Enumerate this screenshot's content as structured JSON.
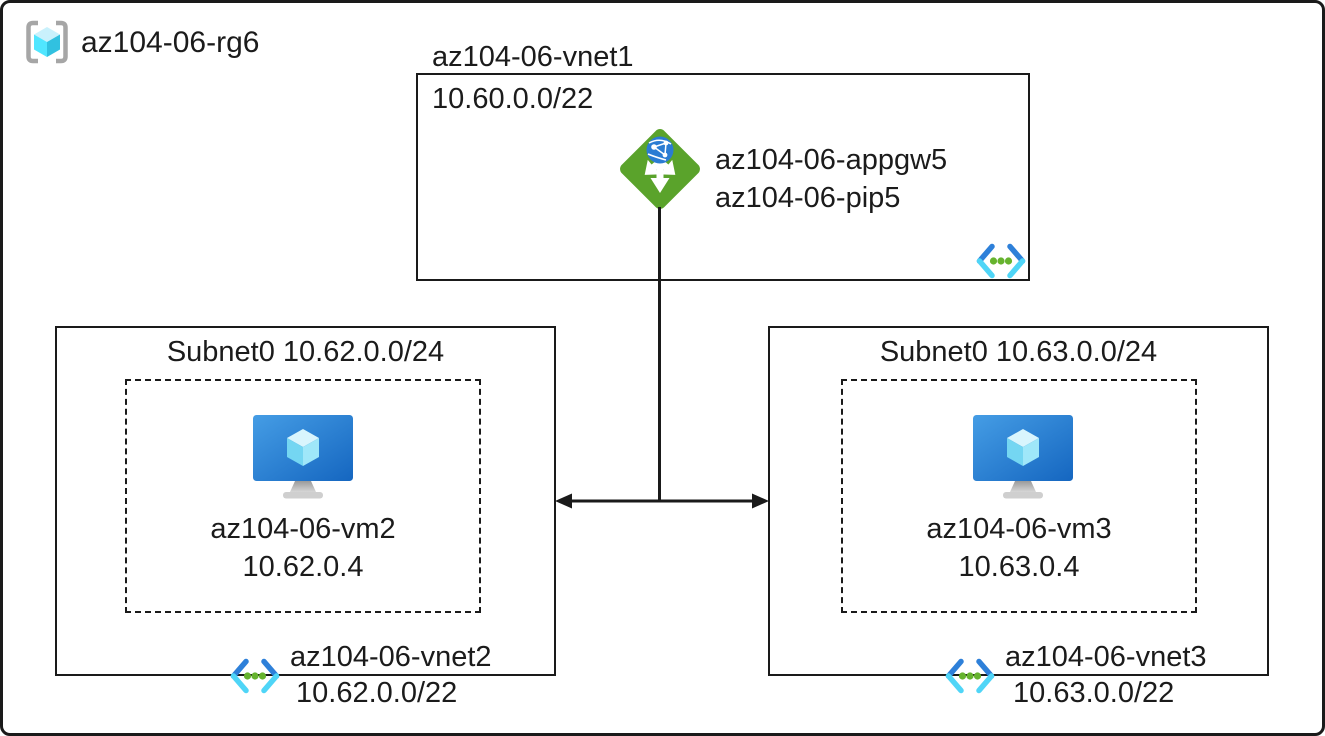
{
  "diagram": {
    "resource_group": {
      "label": "az104-06-rg6"
    },
    "vnet1": {
      "title": "az104-06-vnet1",
      "cidr": "10.60.0.0/22",
      "appgw_name": "az104-06-appgw5",
      "appgw_pip": "az104-06-pip5"
    },
    "left": {
      "subnet_label": "Subnet0 10.62.0.0/24",
      "vm_name": "az104-06-vm2",
      "vm_ip": "10.62.0.4",
      "vnet_name": "az104-06-vnet2",
      "cidr": "10.62.0.0/22"
    },
    "right": {
      "subnet_label": "Subnet0 10.63.0.0/24",
      "vm_name": "az104-06-vm3",
      "vm_ip": "10.63.0.4",
      "vnet_name": "az104-06-vnet3",
      "cidr": "10.63.0.0/22"
    },
    "icons": {
      "resource_group": "resource-group-icon",
      "virtual_network": "virtual-network-icon",
      "virtual_machine": "virtual-machine-icon",
      "application_gateway": "application-gateway-icon"
    },
    "colors": {
      "line_black": "#1a1a1a",
      "appgw_green": "#5aa32b",
      "globe_blue": "#2b7cd3",
      "vm_screen_light": "#459de5",
      "vm_screen_dark": "#1566c0",
      "cube_cyan": "#50e6ff",
      "vnet_chevron_blue": "#2e80d9",
      "vnet_chevron_cyan": "#4fd5f7",
      "vnet_dot_green": "#66b32e",
      "bracket_gray": "#a6a6a6"
    }
  }
}
